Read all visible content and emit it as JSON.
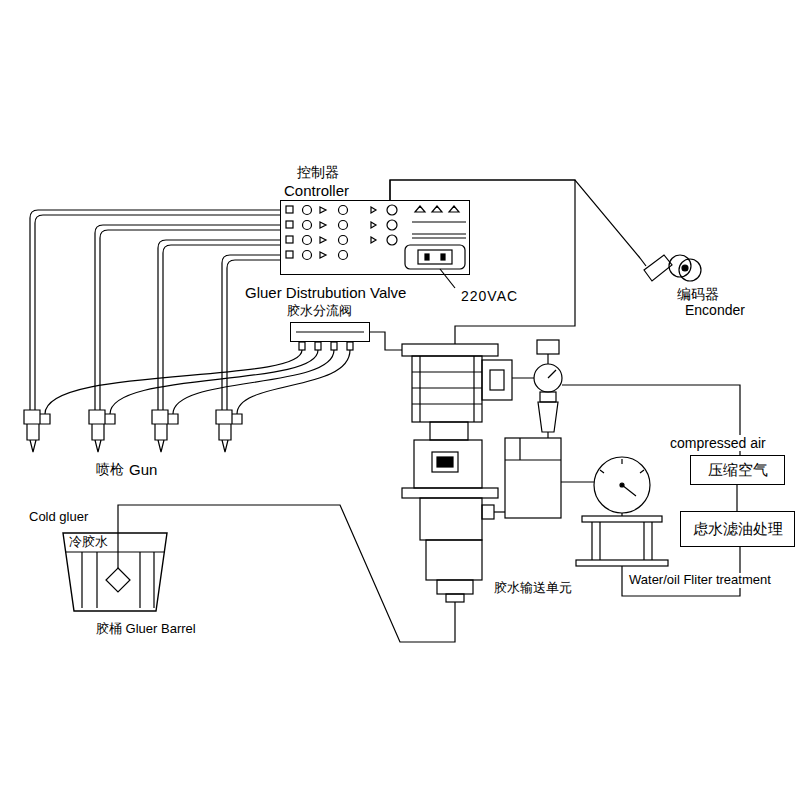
{
  "diagram": {
    "nodes": [
      {
        "text": [
          "控制器",
          "Controller"
        ]
      },
      {
        "text": [
          "编码器",
          "Enconder"
        ]
      },
      {
        "text": [
          "Gluer Distrubution Valve",
          "胶水分流阀"
        ]
      },
      {
        "text": [
          "胶水输送单元"
        ]
      },
      {
        "text": [
          "compressed air",
          "压缩空气"
        ]
      },
      {
        "text": [
          "虑水滤油处理"
        ]
      },
      {
        "text": [
          "Cold gluer",
          "冷胶水",
          "胶桶 Gluer Barrel"
        ]
      }
    ],
    "edges": [
      {
        "from": 0,
        "to": 1,
        "arrow": "none"
      },
      {
        "from": 0,
        "to": 3,
        "arrow": "none"
      },
      {
        "from": 2,
        "to": 3,
        "arrow": "none"
      },
      {
        "from": 6,
        "to": 3,
        "arrow": "none"
      },
      {
        "from": 3,
        "to": 4,
        "arrow": "none"
      },
      {
        "from": 4,
        "to": 5,
        "arrow": "none"
      },
      {
        "from": 5,
        "to": 3,
        "arrow": "none"
      }
    ],
    "labels": [
      "220VAC",
      "喷枪",
      "Gun",
      "Water/oil Fliter treatment"
    ]
  }
}
